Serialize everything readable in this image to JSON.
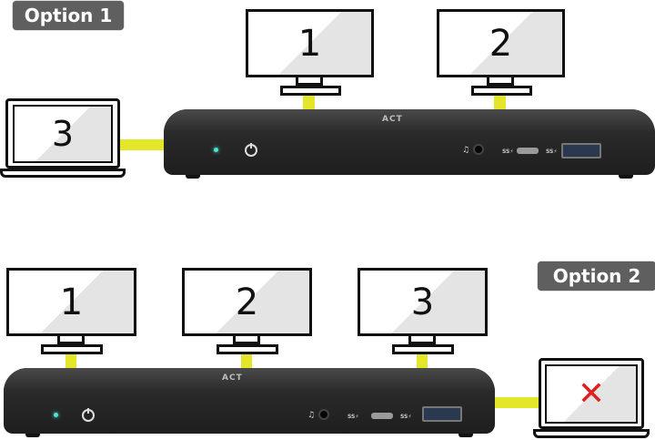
{
  "option1": {
    "badge_label": "Option 1",
    "monitors": [
      {
        "label": "1"
      },
      {
        "label": "2"
      }
    ],
    "laptop": {
      "label": "3"
    }
  },
  "option2": {
    "badge_label": "Option 2",
    "monitors": [
      {
        "label": "1"
      },
      {
        "label": "2"
      },
      {
        "label": "3"
      }
    ],
    "laptop": {
      "label": "✕",
      "status": "not used"
    }
  },
  "dock": {
    "logo_text": "ACT",
    "ports": [
      "power-button",
      "status-led",
      "headphone-jack",
      "usb-c",
      "usb-a"
    ],
    "usb_c_label": "SS⚡",
    "usb_a_label": "SS⚡"
  },
  "colors": {
    "cable": "#e3e629",
    "badge_bg": "#5f5f5f",
    "dock": "#2b2b2b",
    "led": "#4fe3d6",
    "x_mark": "#e02020"
  }
}
